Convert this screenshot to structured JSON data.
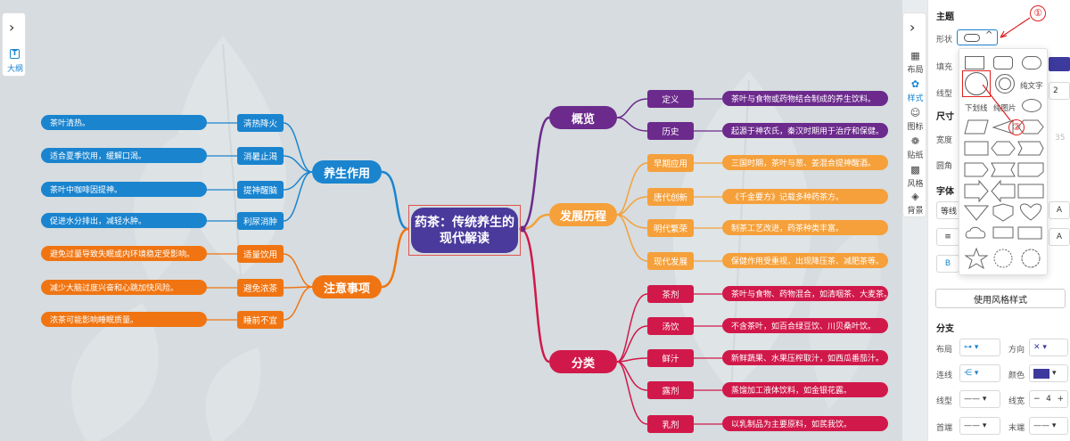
{
  "central": {
    "text": "药茶：传统养生的现代解读"
  },
  "right_branches": [
    {
      "label": "概览",
      "color": "#6b2a8c",
      "children": [
        {
          "label": "定义",
          "desc": "茶叶与食物或药物结合制成的养生饮料。"
        },
        {
          "label": "历史",
          "desc": "起源于神农氏，秦汉时期用于治疗和保健。"
        }
      ]
    },
    {
      "label": "发展历程",
      "color": "#f5a03a",
      "children": [
        {
          "label": "早期应用",
          "desc": "三国时期，茶叶与葱、姜混合提神醒酒。"
        },
        {
          "label": "唐代创新",
          "desc": "《千金要方》记载多种药茶方。"
        },
        {
          "label": "明代繁荣",
          "desc": "制茶工艺改进，药茶种类丰富。"
        },
        {
          "label": "现代发展",
          "desc": "保健作用受重视，出现降压茶、减肥茶等。"
        }
      ]
    },
    {
      "label": "分类",
      "color": "#d1184a",
      "children": [
        {
          "label": "茶剂",
          "desc": "茶叶与食物、药物混合，如清咽茶、大麦茶。"
        },
        {
          "label": "汤饮",
          "desc": "不含茶叶，如百合绿豆饮、川贝桑叶饮。"
        },
        {
          "label": "鲜汁",
          "desc": "新鲜蔬果、水果压榨取汁，如西瓜番茄汁。"
        },
        {
          "label": "露剂",
          "desc": "蒸馏加工液体饮料，如金银花露。"
        },
        {
          "label": "乳剂",
          "desc": "以乳制品为主要原料，如芪我饮。"
        }
      ]
    }
  ],
  "left_branches": [
    {
      "label": "养生作用",
      "color": "#1a84cf",
      "children": [
        {
          "label": "清热降火",
          "desc": "茶叶清热。"
        },
        {
          "label": "消暑止渴",
          "desc": "适合夏季饮用，缓解口渴。"
        },
        {
          "label": "提神醒脑",
          "desc": "茶叶中咖啡因提神。"
        },
        {
          "label": "利尿消肿",
          "desc": "促进水分排出，减轻水肿。"
        }
      ]
    },
    {
      "label": "注意事项",
      "color": "#f07512",
      "children": [
        {
          "label": "适量饮用",
          "desc": "避免过量导致失眠或内环境稳定受影响。"
        },
        {
          "label": "避免浓茶",
          "desc": "减少大脑过度兴奋和心跳加快风险。"
        },
        {
          "label": "睡前不宜",
          "desc": "浓茶可能影响睡眠质量。"
        }
      ]
    }
  ],
  "left_toolbar": {
    "outline_icon": "T",
    "outline_label": "大纲"
  },
  "right_strip": [
    {
      "icon": "layout-icon",
      "label": "布局"
    },
    {
      "icon": "palette-icon",
      "label": "样式"
    },
    {
      "icon": "emoji-icon",
      "label": "图标"
    },
    {
      "icon": "sticker-icon",
      "label": "贴纸"
    },
    {
      "icon": "grid-icon",
      "label": "风格"
    },
    {
      "icon": "layers-icon",
      "label": "背景"
    }
  ],
  "panel": {
    "theme_title": "主题",
    "shape_label": "形状",
    "fill_label": "填充",
    "line_label": "线型",
    "size_title": "尺寸",
    "width_label": "宽度",
    "width_value": "35",
    "radius_label": "圆角",
    "font_title": "字体",
    "font_value": "等线",
    "line_value": "2",
    "font_size_glyph": "A",
    "bold_glyph": "B",
    "use_style": "使用风格样式",
    "branch_title": "分支",
    "layout_label": "布局",
    "direction_label": "方向",
    "connector_label": "连线",
    "color_label": "颜色",
    "branch_color": "#3d3a9e",
    "line_type_label": "线型",
    "line_width_label": "线宽",
    "line_width_value": "4",
    "minus": "−",
    "plus": "+",
    "head_label": "首端",
    "tail_label": "末端"
  },
  "shape_popup": {
    "plain_text": "纯文字",
    "underline": "下划线",
    "image": "纯图片"
  },
  "annotations": {
    "one": "①",
    "two": "②"
  }
}
